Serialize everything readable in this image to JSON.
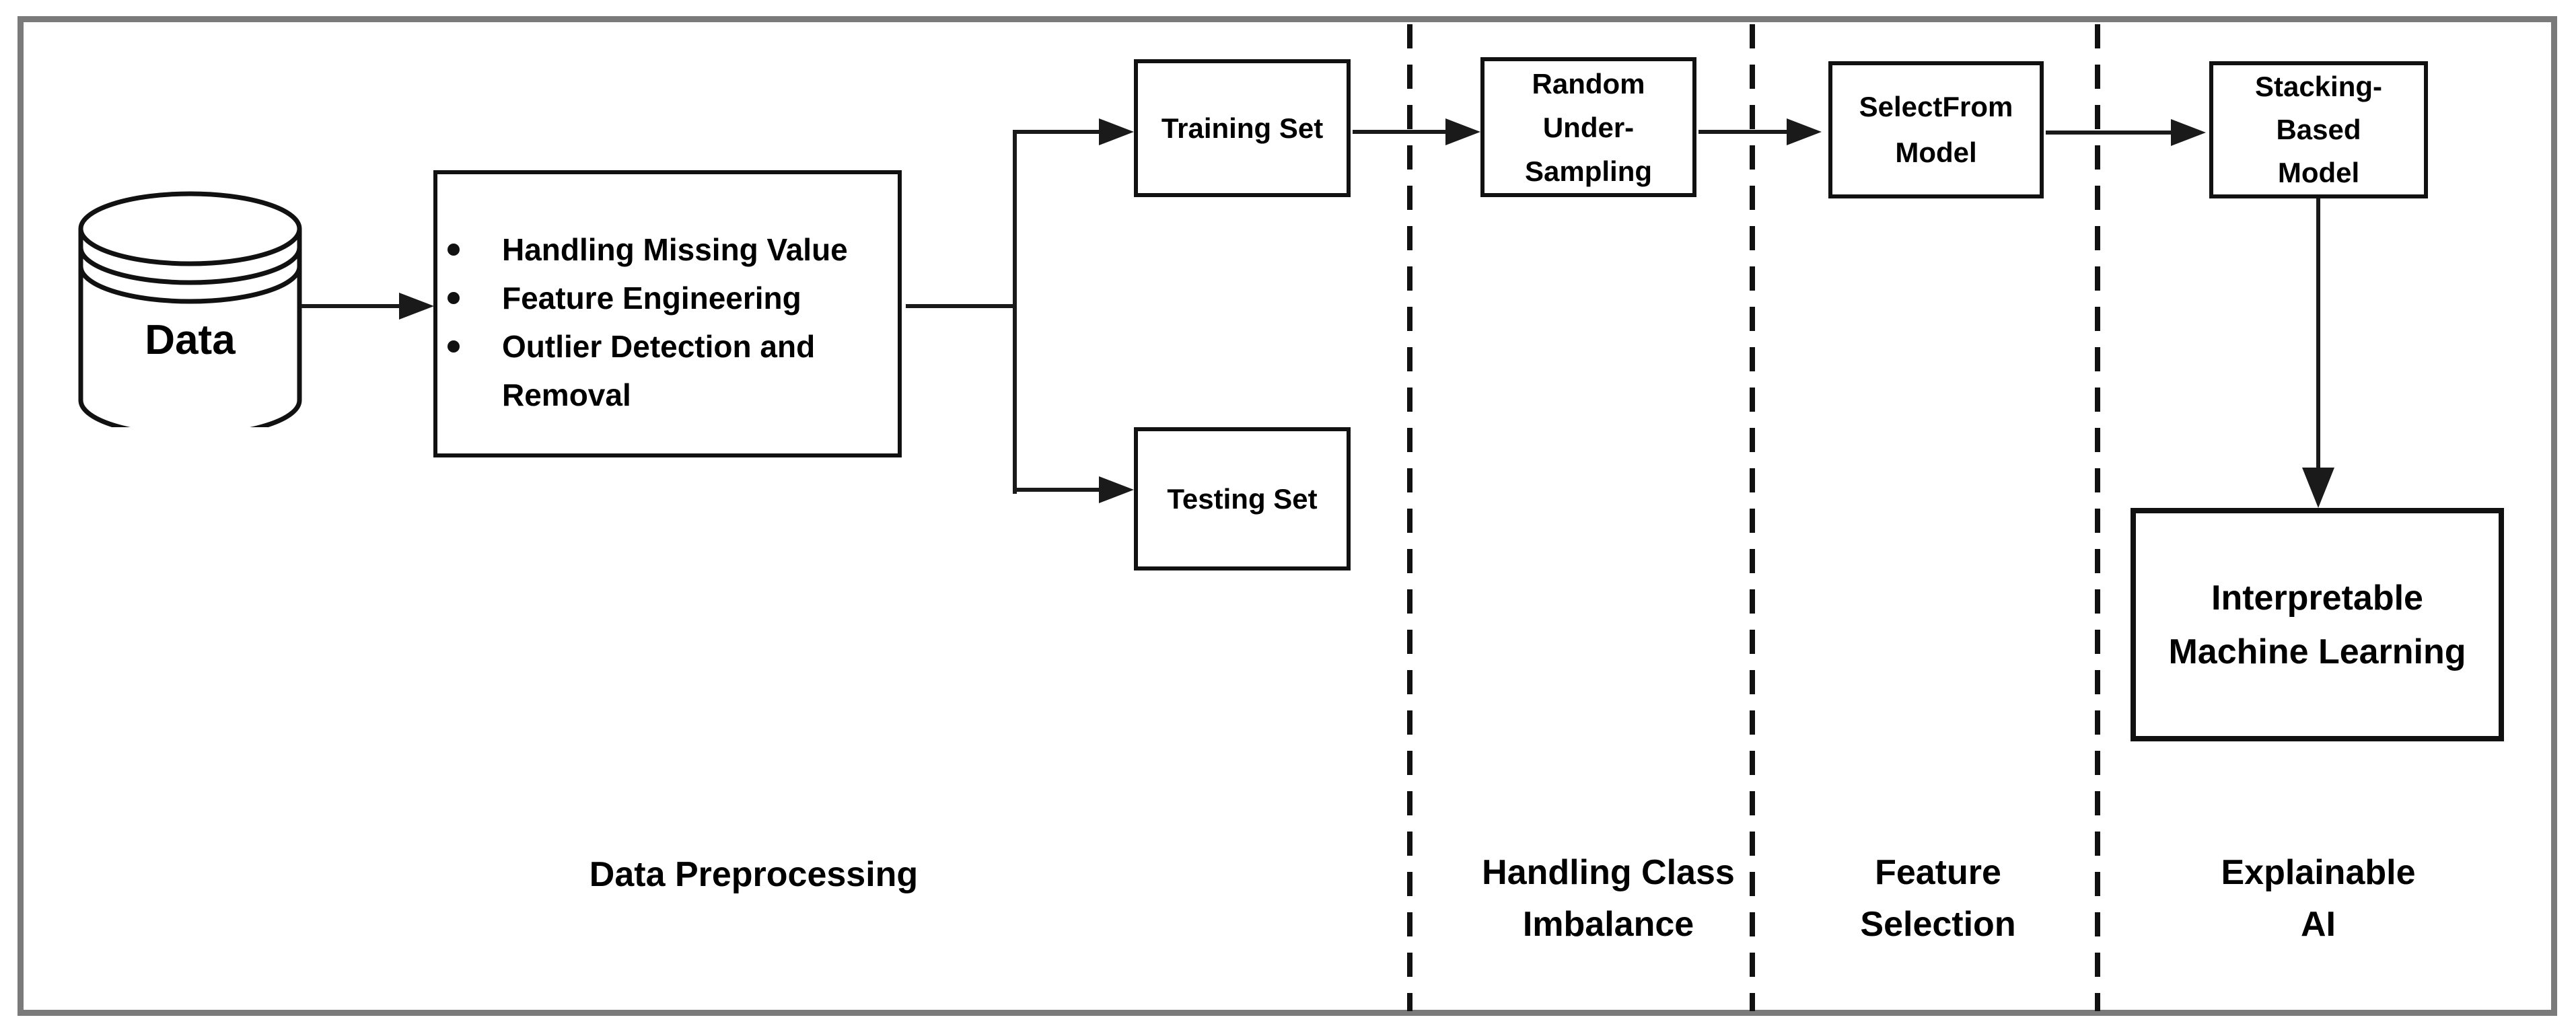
{
  "diagram": {
    "database": {
      "label": "Data"
    },
    "preprocessing": {
      "bullets": [
        "Handling Missing Value",
        "Feature Engineering",
        "Outlier Detection and Removal"
      ]
    },
    "training_set": {
      "label": "Training Set"
    },
    "testing_set": {
      "label": "Testing Set"
    },
    "random_under_sampling": {
      "lines": [
        "Random",
        "Under-",
        "Sampling"
      ]
    },
    "select_from_model": {
      "lines": [
        "SelectFrom",
        "Model"
      ]
    },
    "stacking_model": {
      "lines": [
        "Stacking-",
        "Based",
        "Model"
      ]
    },
    "interpretable_ml": {
      "lines": [
        "Interpretable",
        "Machine Learning"
      ]
    },
    "sections": {
      "data_preprocessing": {
        "line1": "Data Preprocessing"
      },
      "handling_class_imbalance": {
        "line1": "Handling Class",
        "line2": "Imbalance"
      },
      "feature_selection": {
        "line1": "Feature",
        "line2": "Selection"
      },
      "explainable_ai": {
        "line1": "Explainable",
        "line2": "AI"
      }
    },
    "colors": {
      "frame_border": "#7a7a7a",
      "line_color": "#1a1a1a",
      "box_border": "#111111",
      "background": "#ffffff",
      "text": "#000000"
    }
  }
}
